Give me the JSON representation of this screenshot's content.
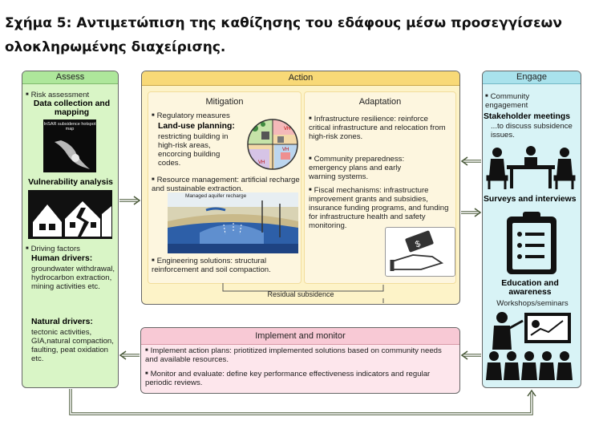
{
  "title_line1": "Σχήμα 5: Αντιμετώπιση της καθίζησης του εδάφους μέσω προσεγγίσεων",
  "title_line2": "ολοκληρωμένης διαχείρισης.",
  "assess": {
    "header": "Assess",
    "risk_assessment": "Risk assessment",
    "data_collection": "Data collection and mapping",
    "insar_label": "InSAR subsidence hotspot map",
    "vulnerability": "Vulnerability analysis",
    "driving_factors": "Driving factors",
    "human_drivers": "Human drivers:",
    "human_text": "groundwater withdrawal, hydrocarbon extraction, mining activities etc.",
    "natural_drivers": "Natural drivers:",
    "natural_text": "tectonic activities, GIA,natural compaction, faulting, peat oxidation etc."
  },
  "action": {
    "header": "Action",
    "mitigation": {
      "header": "Mitigation",
      "regulatory": "Regulatory measures",
      "land_use": "Land-use planning:",
      "land_use_text": "restricting building in high-risk areas, encorcing building codes.",
      "resource": "Resource management: artificial recharge and sustainable extraction.",
      "recharge_label": "Managed aquifer recharge",
      "engineering": "Engineering solutions: structural reinforcement and soil compaction."
    },
    "adaptation": {
      "header": "Adaptation",
      "infrastructure": "Infrastructure resilience: reinforce critical infrastructure and relocation from high-risk zones.",
      "community": "Community preparedness: emergency plans and early warning systems.",
      "fiscal": "Fiscal mechanisms: infrastructure improvement grants and subsidies, insurance funding programs, and funding for infrastructure health and safety monitoring."
    },
    "residual": "Residual subsidence"
  },
  "engage": {
    "header": "Engage",
    "community": "Community engagement",
    "stakeholder": "Stakeholder meetings",
    "stakeholder_text": "...to discuss subsidence issues.",
    "surveys": "Surveys and interviews",
    "education": "Education and awareness",
    "workshops": "Workshops/seminars"
  },
  "implement": {
    "header": "Implement and monitor",
    "item1": "Implement action plans: priotitized implemented solutions based on community needs and available resources.",
    "item2": "Monitor and evaluate: define key performance effectiveness indicators and regular periodic reviews."
  },
  "colors": {
    "assess_bg": "#d9f5c6",
    "assess_header": "#aee79b",
    "action_bg": "#fdf3c8",
    "action_header": "#f8d977",
    "inner_bg": "#fdf6df",
    "engage_bg": "#d8f3f6",
    "engage_header": "#a9e2ec",
    "implement_bg": "#fde6ec",
    "implement_header": "#f8c9d5",
    "arrow": "#4a5a3a"
  }
}
